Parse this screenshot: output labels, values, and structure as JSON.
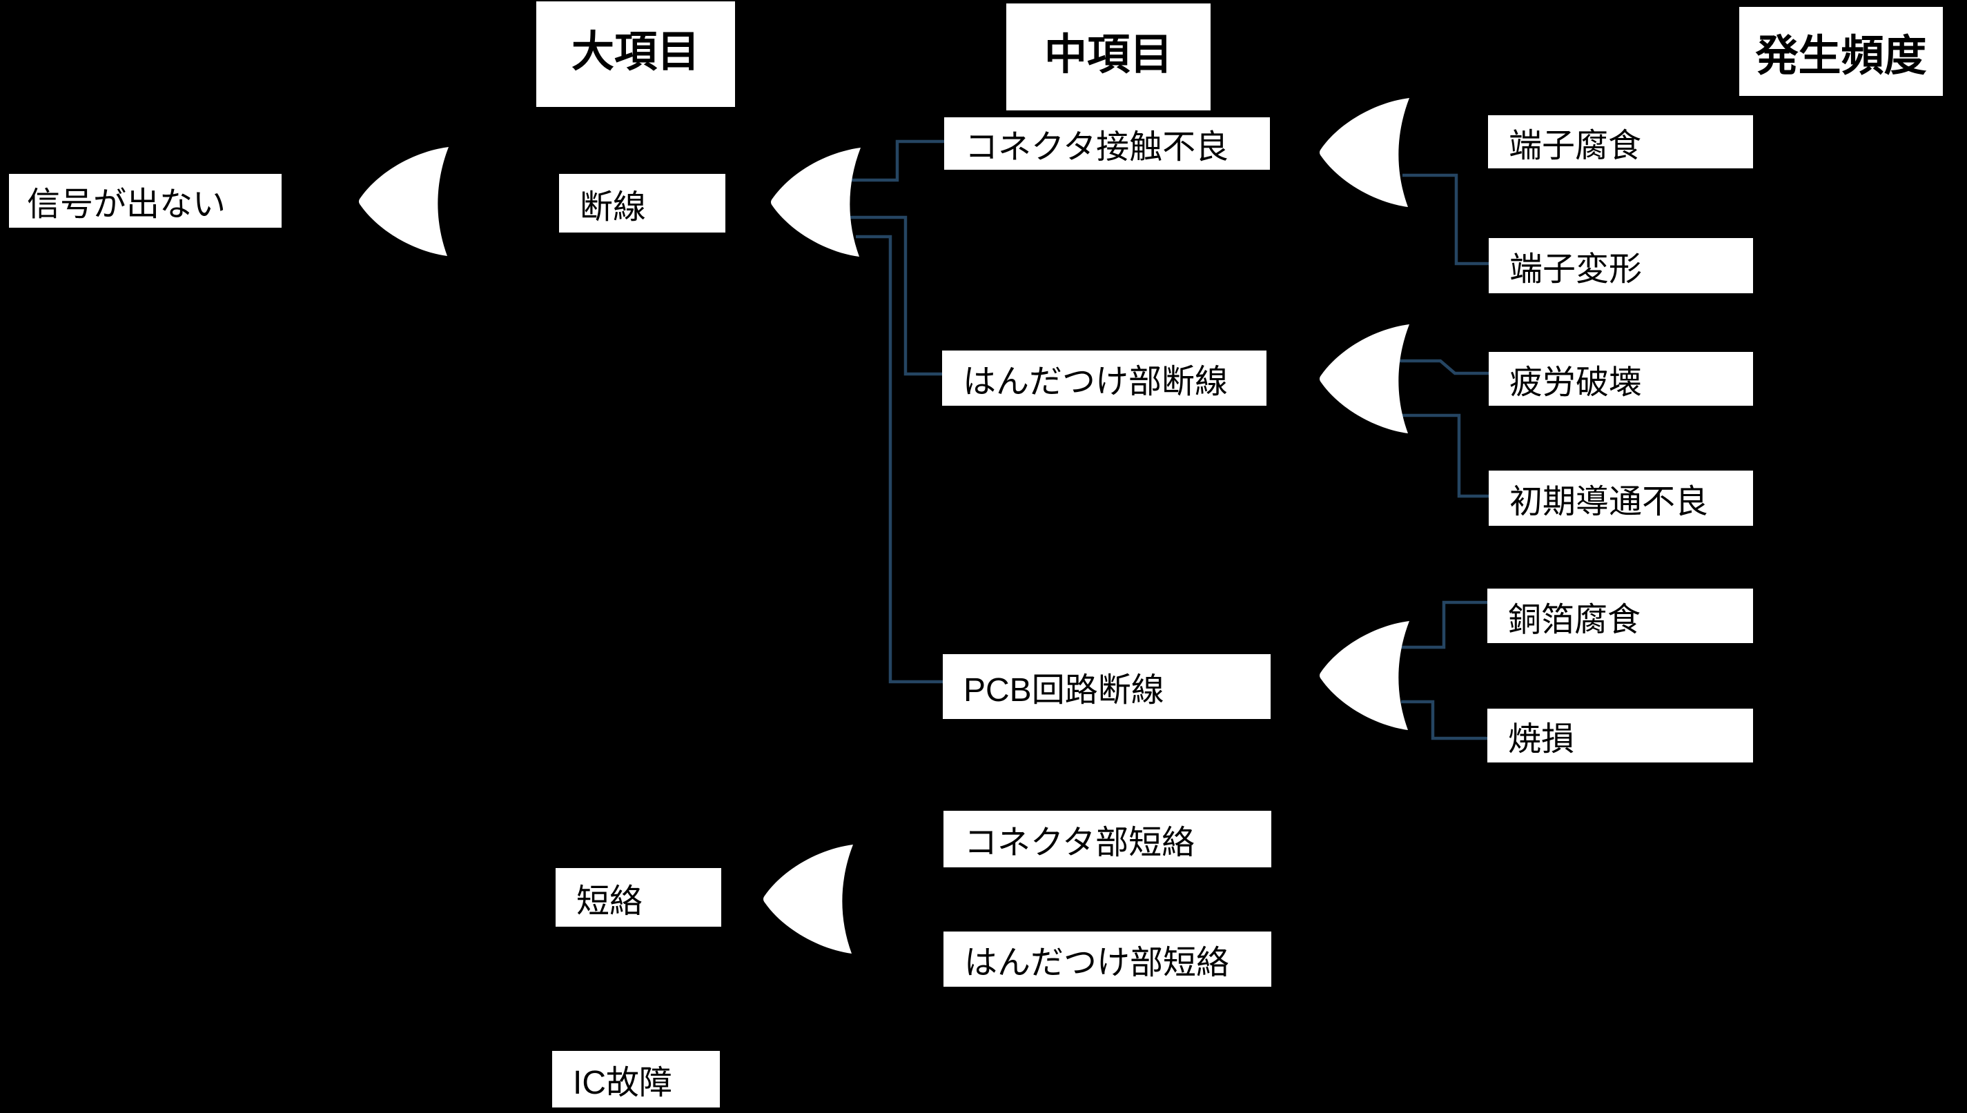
{
  "diagram": {
    "type": "fault-tree",
    "colors": {
      "background": "#000000",
      "box_fill": "#ffffff",
      "text": "#000000",
      "connector_line": "#254562",
      "gate_fill": "#ffffff"
    },
    "headers": [
      {
        "label": "大項目"
      },
      {
        "label": "中項目"
      },
      {
        "label": "発生頻度"
      }
    ],
    "nodes": {
      "root": {
        "label": "信号が出ない"
      },
      "dansen": {
        "label": "断線"
      },
      "tanraku": {
        "label": "短絡"
      },
      "ic_fault": {
        "label": "IC故障"
      },
      "connector_contact": {
        "label": "コネクタ接触不良"
      },
      "solder_break": {
        "label": "はんだつけ部断線"
      },
      "pcb_break": {
        "label": "PCB回路断線"
      },
      "connector_short": {
        "label": "コネクタ部短絡"
      },
      "solder_short": {
        "label": "はんだつけ部短絡"
      },
      "terminal_corrosion": {
        "label": "端子腐食"
      },
      "terminal_deform": {
        "label": "端子変形"
      },
      "fatigue_fracture": {
        "label": "疲労破壊"
      },
      "initial_conduction": {
        "label": "初期導通不良"
      },
      "copper_corrosion": {
        "label": "銅箔腐食"
      },
      "burnout": {
        "label": "焼損"
      }
    },
    "gates": [
      {
        "type": "or",
        "output": "信号が出ない"
      },
      {
        "type": "or",
        "output": "断線"
      },
      {
        "type": "or",
        "output": "コネクタ接触不良"
      },
      {
        "type": "or",
        "output": "はんだつけ部断線"
      },
      {
        "type": "or",
        "output": "PCB回路断線"
      },
      {
        "type": "or",
        "output": "短絡"
      }
    ],
    "connections": [
      {
        "from": "断線",
        "to": "コネクタ接触不良"
      },
      {
        "from": "断線",
        "to": "はんだつけ部断線"
      },
      {
        "from": "断線",
        "to": "PCB回路断線"
      },
      {
        "from": "コネクタ接触不良",
        "to": "端子変形"
      },
      {
        "from": "はんだつけ部断線",
        "to": "疲労破壊"
      },
      {
        "from": "はんだつけ部断線",
        "to": "初期導通不良"
      },
      {
        "from": "PCB回路断線",
        "to": "銅箔腐食"
      },
      {
        "from": "PCB回路断線",
        "to": "焼損"
      }
    ]
  }
}
